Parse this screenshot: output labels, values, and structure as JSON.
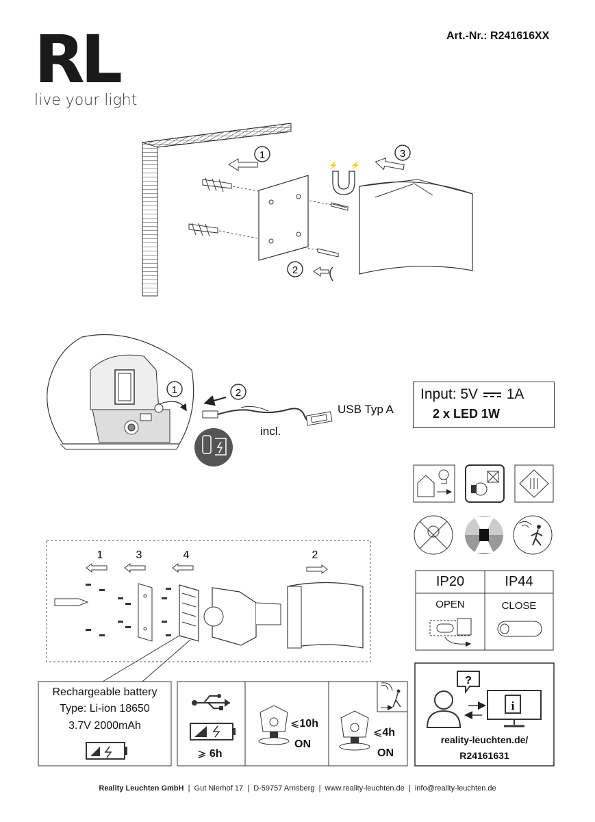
{
  "brand": {
    "logo": "RL",
    "tagline": "live your light"
  },
  "article": {
    "label": "Art.-Nr.:",
    "number": "R241616XX"
  },
  "mounting_steps": {
    "step1": "1",
    "step2": "2",
    "step3": "3"
  },
  "charging": {
    "step1": "1",
    "step2": "2",
    "usb_label": "USB Typ A",
    "incl_label": "incl.",
    "usb_c_badge": "USB C"
  },
  "specs": {
    "input": "Input: 5V",
    "input_current": "1A",
    "led": "2 x LED 1W"
  },
  "exploded": {
    "labels": [
      "1",
      "3",
      "4",
      "2"
    ]
  },
  "ip": {
    "left_header": "IP20",
    "right_header": "IP44",
    "left_state": "OPEN",
    "right_state": "CLOSE"
  },
  "battery": {
    "title": "Rechargeable battery",
    "type": "Type: Li-ion 18650",
    "capacity": "3.7V 2000mAh"
  },
  "runtime": {
    "charge_time": "6h",
    "charge_prefix": "⩾",
    "on_label_1": "ON",
    "runtime_1": "10h",
    "runtime_1_prefix": "⩽",
    "on_label_2": "ON",
    "runtime_2": "4h",
    "runtime_2_prefix": "⩽"
  },
  "support": {
    "url": "reality-leuchten.de/",
    "code": "R24161631"
  },
  "footer": {
    "company": "Reality Leuchten GmbH",
    "address": "Gut Nierhof 17",
    "city": "D-59757 Arnsberg",
    "web": "www.reality-leuchten.de",
    "email": "info@reality-leuchten.de"
  }
}
